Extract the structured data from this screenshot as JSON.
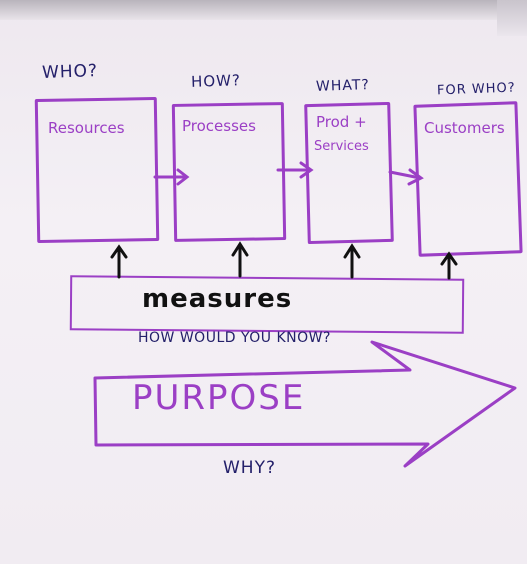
{
  "questions": {
    "who": "WHO?",
    "how": "HOW?",
    "what": "WHAT?",
    "for_who": "FOR WHO?",
    "how_know": "HOW WOULD YOU KNOW?",
    "why": "WHY?"
  },
  "boxes": {
    "resources": "Resources",
    "processes": "Processes",
    "products_line1": "Prod +",
    "products_line2": "Services",
    "customers": "Customers"
  },
  "measures": "measures",
  "purpose": "PURPOSE",
  "colors": {
    "marker_purple": "#9b3fc5",
    "marker_navy": "#24206a",
    "marker_black": "#111111",
    "paper": "#f2eef3"
  }
}
